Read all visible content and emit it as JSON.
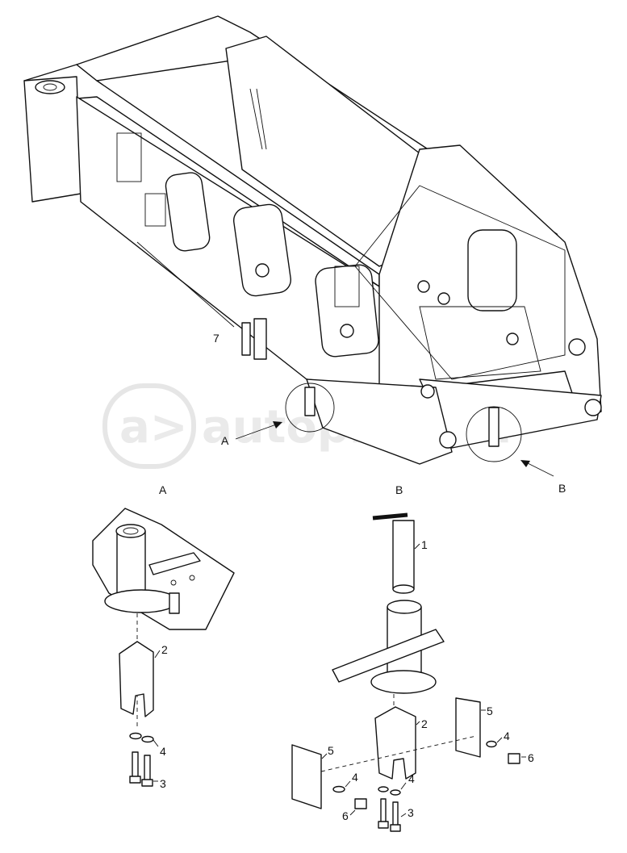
{
  "watermark": {
    "text": "autopiker.ru",
    "logo": "a>"
  },
  "views": {
    "a_label": "A",
    "b_label": "B"
  },
  "callouts": {
    "main_7": "7",
    "arrow_a": "A",
    "arrow_b": "B"
  },
  "parts": {
    "a_2": "2",
    "a_4": "4",
    "a_3": "3",
    "b_1": "1",
    "b_2": "2",
    "b_5_right": "5",
    "b_4_right": "4",
    "b_6_right": "6",
    "b_5_left": "5",
    "b_4_left": "4",
    "b_4_mid": "4",
    "b_6_left": "6",
    "b_3": "3"
  }
}
